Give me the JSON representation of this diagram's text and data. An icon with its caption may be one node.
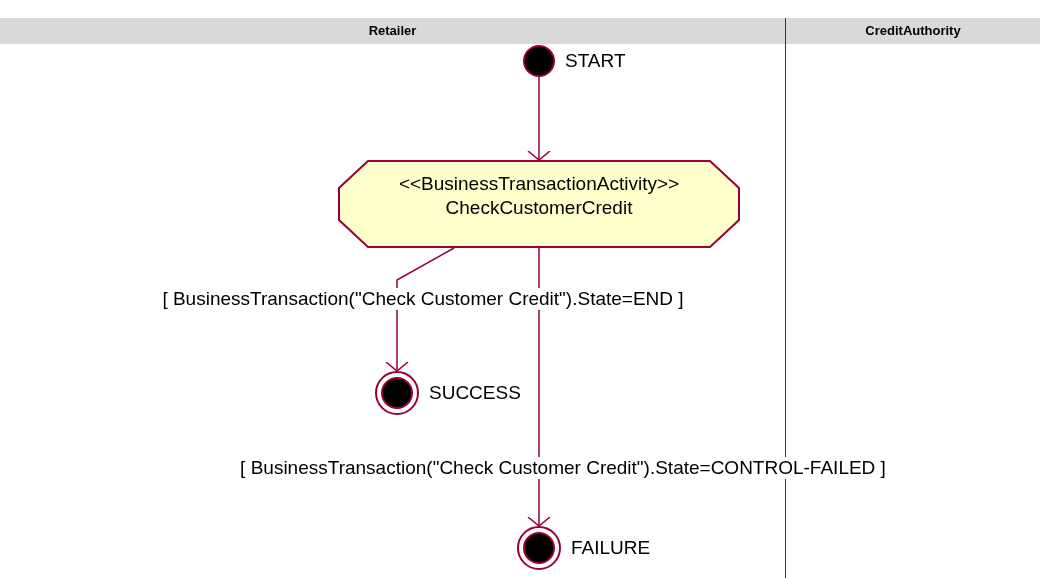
{
  "diagram": {
    "nodes": [
      {
        "text": [
          "Retailer"
        ]
      },
      {
        "text": [
          "CreditAuthority"
        ]
      },
      {
        "text": [],
        "shape": "circle",
        "in": 0,
        "beside": [
          "START"
        ]
      },
      {
        "text": [
          "<<BusinessTransactionActivity>>",
          "CheckCustomerCredit"
        ],
        "in": 0
      },
      {
        "text": [],
        "shape": "bullseye",
        "in": 0,
        "beside": [
          "SUCCESS"
        ]
      },
      {
        "text": [],
        "shape": "bullseye",
        "in": 0,
        "beside": [
          "FAILURE"
        ]
      }
    ],
    "edges": [
      {
        "from": 2,
        "to": 3,
        "arrow": "to"
      },
      {
        "from": 3,
        "to": 4,
        "arrow": "to",
        "label": "[ BusinessTransaction(\"Check Customer Credit\").State=END ]"
      },
      {
        "from": 3,
        "to": 5,
        "arrow": "to",
        "label": "[ BusinessTransaction(\"Check Customer Credit\").State=CONTROL-FAILED ]"
      }
    ]
  }
}
